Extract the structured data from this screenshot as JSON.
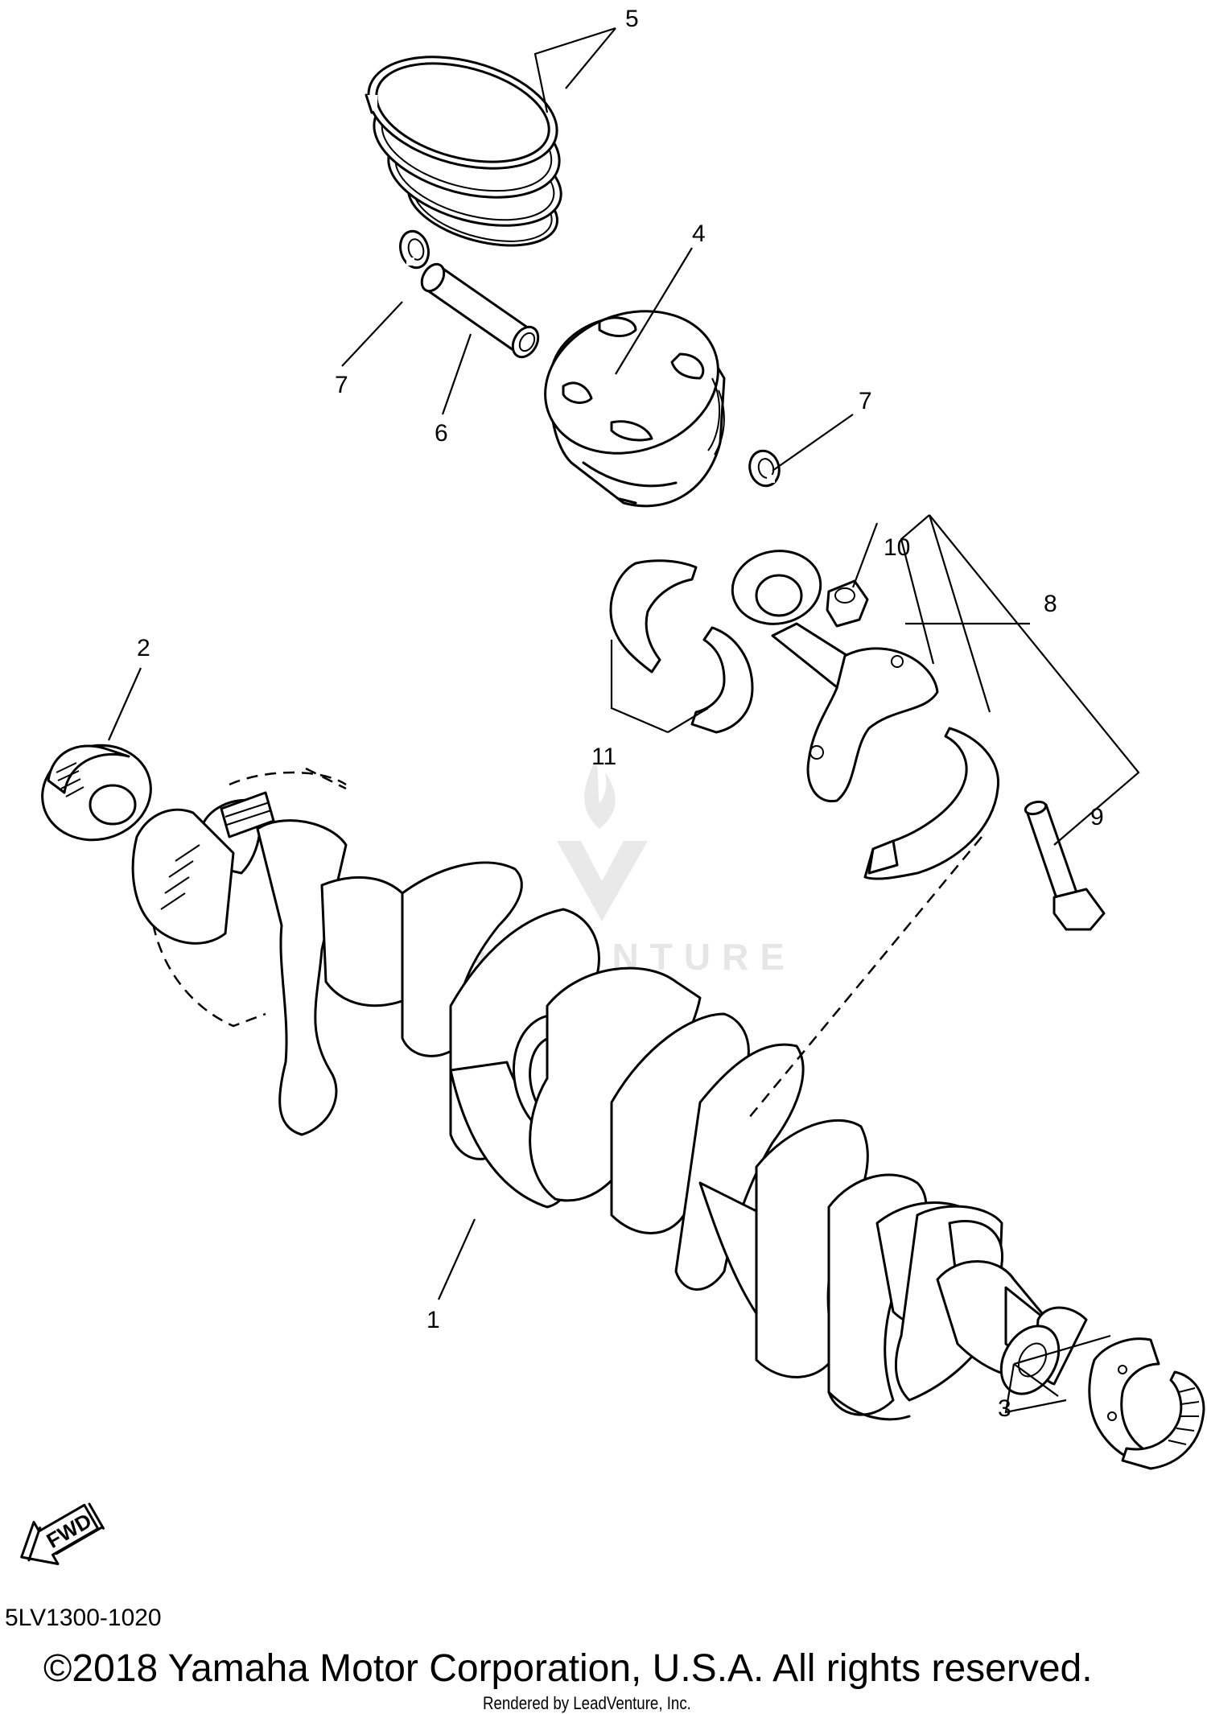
{
  "diagram": {
    "callouts": [
      {
        "id": "1",
        "label": "1"
      },
      {
        "id": "2",
        "label": "2"
      },
      {
        "id": "3",
        "label": "3"
      },
      {
        "id": "4",
        "label": "4"
      },
      {
        "id": "5",
        "label": "5"
      },
      {
        "id": "6",
        "label": "6"
      },
      {
        "id": "7a",
        "label": "7"
      },
      {
        "id": "7b",
        "label": "7"
      },
      {
        "id": "8",
        "label": "8"
      },
      {
        "id": "9",
        "label": "9"
      },
      {
        "id": "10",
        "label": "10"
      },
      {
        "id": "11",
        "label": "11"
      }
    ],
    "direction_arrow": "FWD",
    "watermark": "LEADVENTURE"
  },
  "footer": {
    "diagram_code": "5LV1300-1020",
    "copyright": "©2018 Yamaha Motor Corporation, U.S.A. All rights reserved.",
    "rendered_by": "Rendered by LeadVenture, Inc."
  }
}
